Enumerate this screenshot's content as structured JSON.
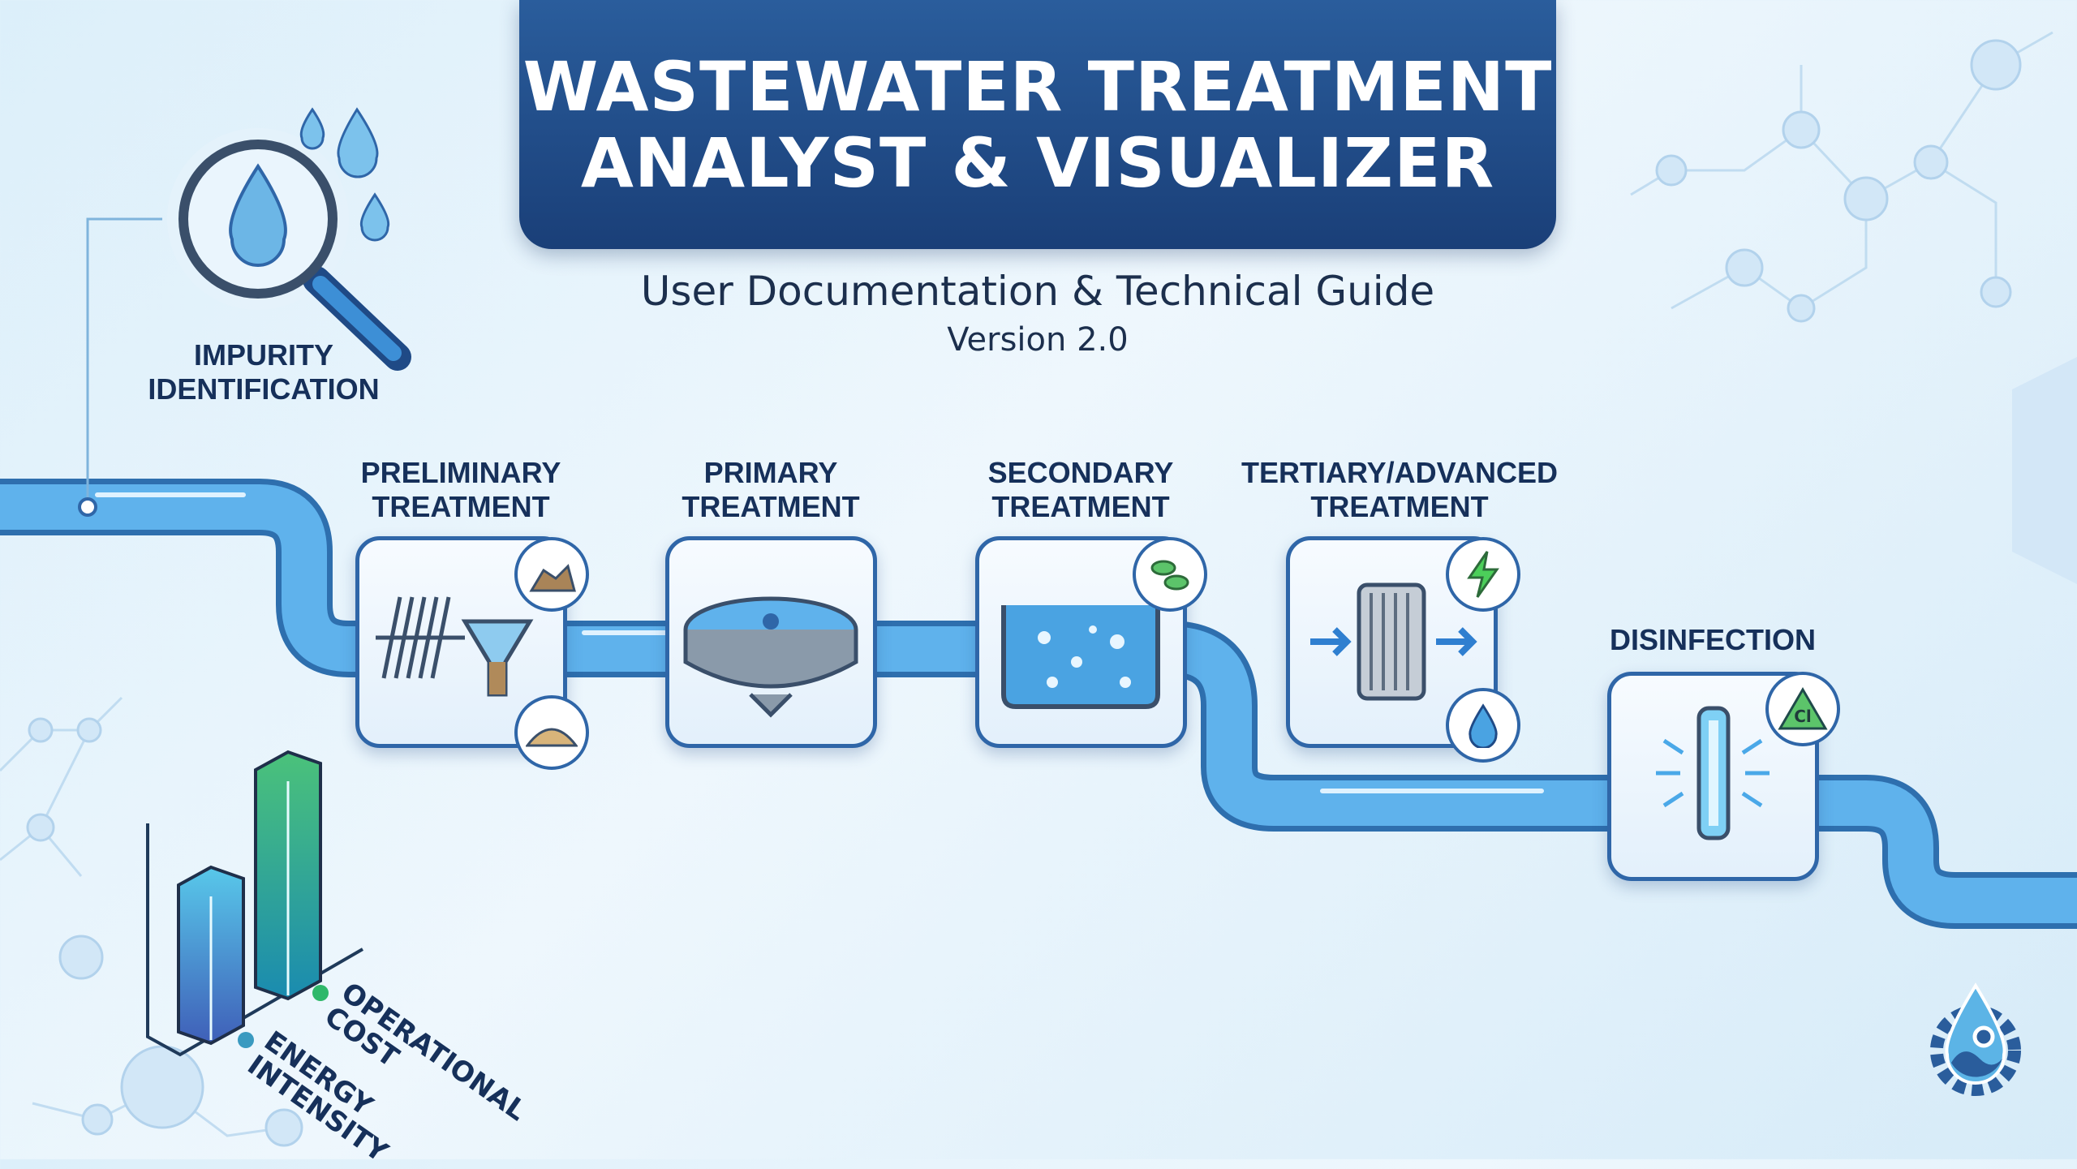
{
  "header": {
    "title_line1": "WASTEWATER TREATMENT",
    "title_line2": "ANALYST & VISUALIZER",
    "subtitle": "User Documentation & Technical Guide",
    "version": "Version 2.0"
  },
  "impurity": {
    "label_line1": "IMPURITY",
    "label_line2": "IDENTIFICATION"
  },
  "stages": [
    {
      "line1": "PRELIMINARY",
      "line2": "TREATMENT"
    },
    {
      "line1": "PRIMARY",
      "line2": "TREATMENT"
    },
    {
      "line1": "SECONDARY",
      "line2": "TREATMENT"
    },
    {
      "line1": "TERTIARY/ADVANCED",
      "line2": "TREATMENT"
    },
    {
      "line1": "DISINFECTION",
      "line2": ""
    }
  ],
  "chlorine_badge": "Cl",
  "metrics": {
    "bars": [
      {
        "name": "Energy Intensity",
        "relative_value": 0.7,
        "color": "#3a8fd0"
      },
      {
        "name": "Operational Cost",
        "relative_value": 1.0,
        "color": "#2fb07a"
      }
    ],
    "legend_energy_1": "ENERGY",
    "legend_energy_2": "INTENSITY",
    "legend_cost_1": "OPERATIONAL",
    "legend_cost_2": "COST"
  },
  "colors": {
    "banner": "#1f4a86",
    "pipe": "#3d8fd6",
    "outline": "#2f66a8"
  }
}
